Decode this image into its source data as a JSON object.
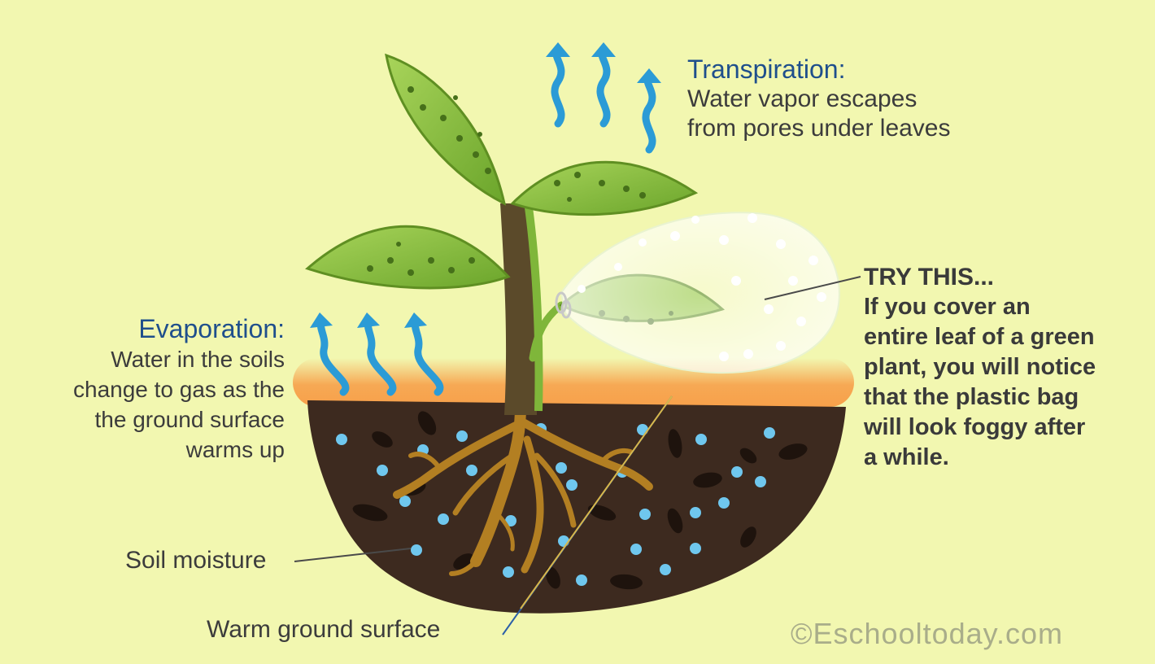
{
  "labels": {
    "transpiration": {
      "heading": "Transpiration:",
      "body": "Water vapor escapes\nfrom pores under leaves"
    },
    "evaporation": {
      "heading": "Evaporation:",
      "body": "Water in the soils\nchange to gas as the\nthe ground surface\nwarms up"
    },
    "try_this": {
      "heading": "TRY THIS...",
      "body": "If you cover an\nentire leaf of a green\nplant, you will notice\nthat the plastic bag\nwill look foggy after\na while."
    },
    "soil_moisture": "Soil moisture",
    "warm_ground_surface": "Warm ground surface",
    "credit": "©Eschooltoday.com"
  },
  "colors": {
    "background": "#f2f7b0",
    "heading_blue": "#1f4f8c",
    "vapor_arrow": "#2b9bd6",
    "soil": "#3d2a1f",
    "root": "#b37f22",
    "leaf": "#8cc63f",
    "warm_glow": "#f7a04a",
    "moisture_dot": "#6fc7ee"
  },
  "icons": {
    "vapor_arrow": "wavy-up-arrow-icon",
    "moisture": "water-droplet-icon"
  }
}
